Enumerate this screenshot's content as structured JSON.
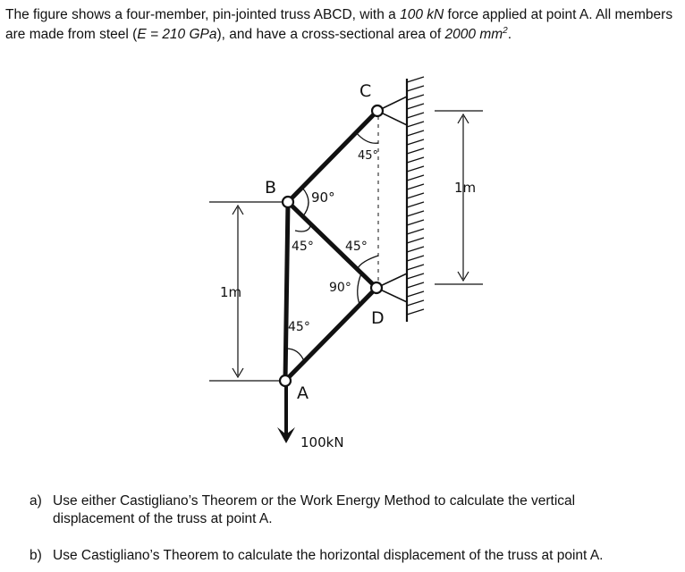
{
  "problem": {
    "intro": {
      "t1": "The figure shows a four-member, pin-jointed truss ABCD, with a ",
      "force": "100 kN",
      "t2": " force applied at point A.  All members are made from steel (",
      "modulus": "E = 210 GPa",
      "t3": "), and have a cross-sectional area of ",
      "area": "2000 mm",
      "area_exp": "2",
      "t4": "."
    },
    "figure": {
      "nodes": {
        "a": "A",
        "b": "B",
        "c": "C",
        "d": "D"
      },
      "angles": {
        "b_top": "90°",
        "b_lower": "45°",
        "c": "45°",
        "d_upper": "45°",
        "d_lower": "90°",
        "a": "45°"
      },
      "dims": {
        "left": "1m",
        "right": "1m"
      },
      "load": "100kN"
    },
    "questions": [
      {
        "tag": "a)",
        "text": "Use either Castigliano’s Theorem or the Work Energy Method to calculate the vertical displacement of the truss at point A."
      },
      {
        "tag": "b)",
        "text": "Use Castigliano’s Theorem to calculate the horizontal displacement of the truss at point A."
      }
    ]
  }
}
